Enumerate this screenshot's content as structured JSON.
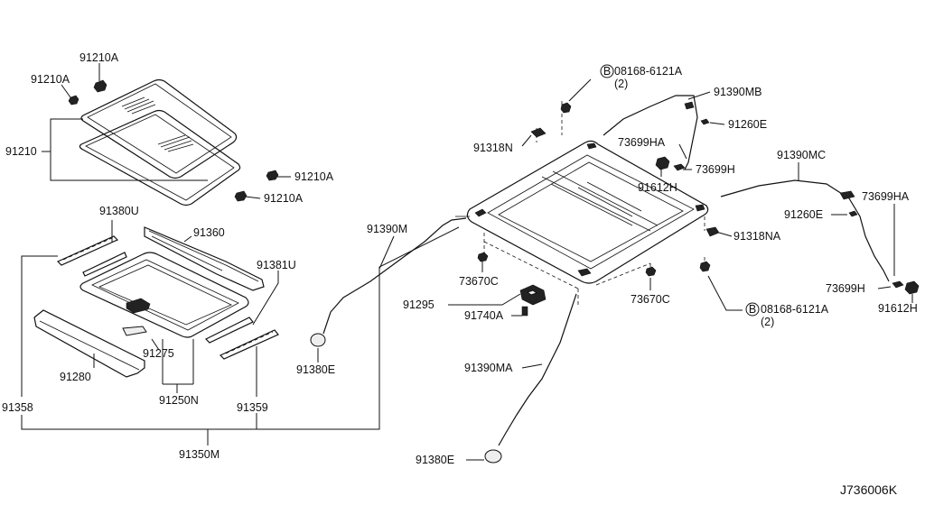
{
  "labels": {
    "p91210A_a": "91210A",
    "p91210A_b": "91210A",
    "p91210": "91210",
    "p91210A_c": "91210A",
    "p91210A_d": "91210A",
    "p91380U": "91380U",
    "p91360": "91360",
    "p91381U": "91381U",
    "p91280": "91280",
    "p91275": "91275",
    "p91250N": "91250N",
    "p91359": "91359",
    "p91358": "91358",
    "p91350M": "91350M",
    "p91390M": "91390M",
    "p91380E_a": "91380E",
    "p91318N": "91318N",
    "p08168_a": "08168-6121A",
    "qty_a": "(2)",
    "p91390MB": "91390MB",
    "p91260E_a": "91260E",
    "p73699HA_a": "73699HA",
    "p73699H_a": "73699H",
    "p91612H_a": "91612H",
    "p73670C_a": "73670C",
    "p73670C_b": "73670C",
    "p91295": "91295",
    "p91740A": "91740A",
    "p91390MA": "91390MA",
    "p91380E_b": "91380E",
    "p91390MC": "91390MC",
    "p73699HA_b": "73699HA",
    "p91260E_b": "91260E",
    "p91318NA": "91318NA",
    "p73699H_b": "73699H",
    "p91612H_b": "91612H",
    "p08168_b": "08168-6121A",
    "qty_b": "(2)",
    "bolt_symbol": "B",
    "diagram_code": "J736006K"
  }
}
